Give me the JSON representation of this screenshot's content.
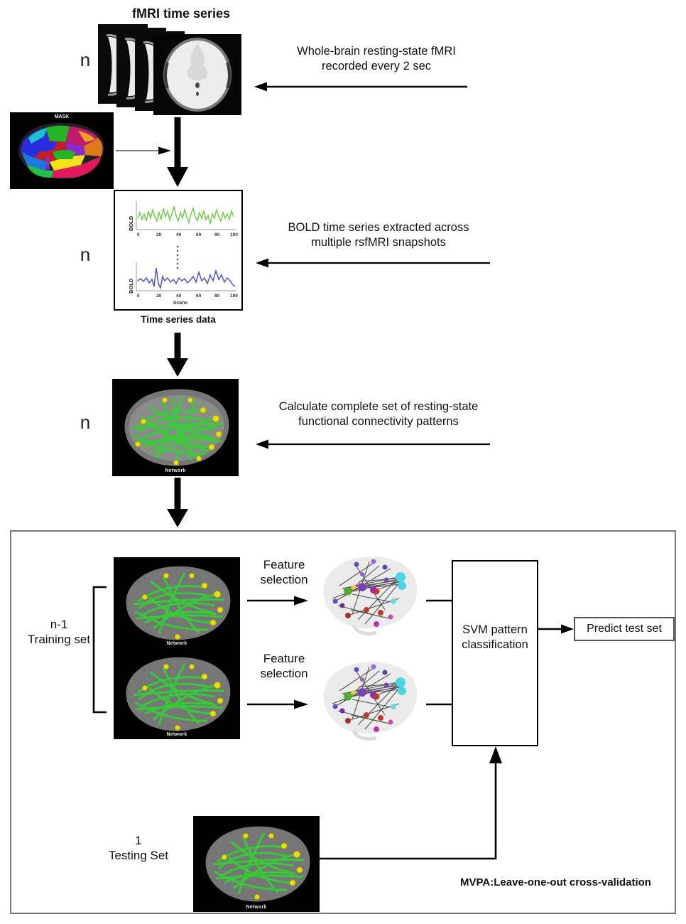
{
  "figure": {
    "title_top": "fMRI time series",
    "caption_timeseries": "Time series data",
    "mvpa_caption": "MVPA:Leave-one-out cross-validation"
  },
  "stage1": {
    "n_label": "n",
    "heading": "fMRI time series",
    "annotation_line1": "Whole-brain resting-state fMRI",
    "annotation_line2": "recorded every 2 sec"
  },
  "mask": {
    "label": "MASK"
  },
  "stage2": {
    "n_label": "n",
    "caption": "Time series data",
    "annotation_line1": "BOLD time series extracted across",
    "annotation_line2": "multiple rsfMRI snapshots",
    "plots": [
      {
        "ylabel": "BOLD",
        "xlabel": "",
        "color": "#78c850",
        "xticks": [
          "0",
          "20",
          "40",
          "60",
          "80",
          "100"
        ]
      },
      {
        "ylabel": "BOLD",
        "xlabel": "Scans",
        "color": "#5055bb",
        "xticks": [
          "0",
          "20",
          "40",
          "60",
          "80",
          "100"
        ]
      }
    ]
  },
  "stage3": {
    "n_label": "n",
    "network_label": "Network",
    "annotation_line1": "Calculate complete set of resting-state",
    "annotation_line2": "functional connectivity patterns"
  },
  "mvpa": {
    "training_label_line1": "n-1",
    "training_label_line2": "Training set",
    "testing_label_line1": "1",
    "testing_label_line2": "Testing Set",
    "feature_selection_line1": "Feature",
    "feature_selection_line2": "selection",
    "svm_line1": "SVM pattern",
    "svm_line2": "classification",
    "predict_label": "Predict test set",
    "network_label": "Network",
    "caption": "MVPA:Leave-one-out cross-validation"
  },
  "colors": {
    "bold_green": "#78c850",
    "bold_blue": "#5055bb",
    "network_green": "#31d431",
    "node_cyan": "#4ad6e0",
    "node_purple": "#7a3fb0",
    "node_red": "#c0392b",
    "node_magenta": "#c72fa8",
    "node_green": "#4caf28",
    "ink": "#000000",
    "frame_grey": "#777777"
  }
}
